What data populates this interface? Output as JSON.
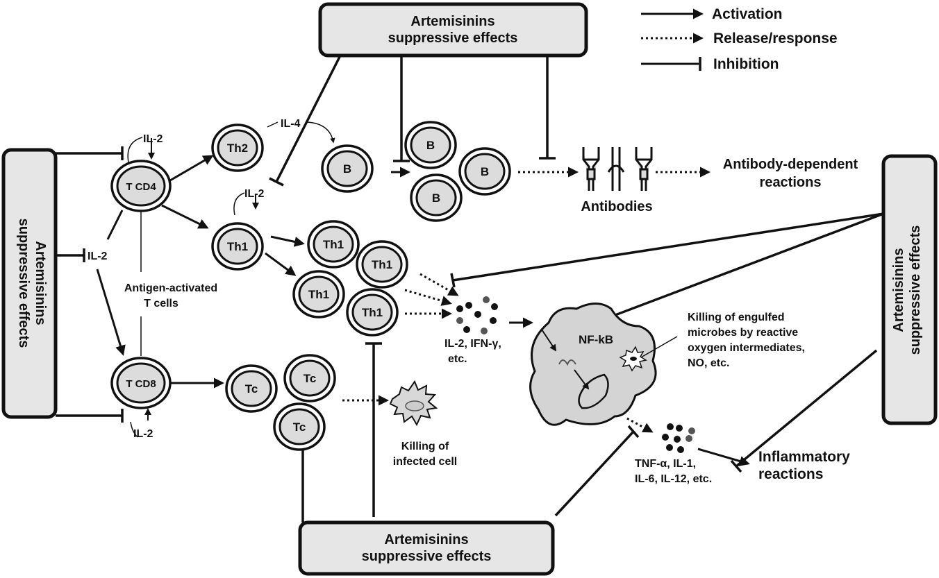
{
  "legend": {
    "activation": "Activation",
    "release": "Release/response",
    "inhibition": "Inhibition"
  },
  "suppressor_boxes": {
    "top": [
      "Artemisinins",
      "suppressive effects"
    ],
    "left": [
      "Artemisinins",
      "suppressive effects"
    ],
    "right": [
      "Artemisinins",
      "suppressive effects"
    ],
    "bottom": [
      "Artemisinins",
      "suppressive effects"
    ]
  },
  "cells": {
    "tcd4": "T CD4",
    "tcd8": "T CD8",
    "th2": "Th2",
    "th1": "Th1",
    "b": "B",
    "tc": "Tc"
  },
  "labels": {
    "il2": "IL-2",
    "il4": "IL-4",
    "antigen_activated": [
      "Antigen-activated",
      "T cells"
    ],
    "antibodies": "Antibodies",
    "antibody_reactions": [
      "Antibody-dependent",
      "reactions"
    ],
    "th1_cytokines": [
      "IL-2, IFN-γ,",
      "etc."
    ],
    "nfkb": "NF-kB",
    "killing_microbes": [
      "Killing of engulfed",
      "microbes by reactive",
      "oxygen intermediates,",
      "NO, etc."
    ],
    "killing_infected": [
      "Killing of",
      "infected cell"
    ],
    "macrophage_cytokines": [
      "TNF-α, IL-1,",
      "IL-6, IL-12, etc."
    ],
    "inflammatory": [
      "Inflammatory",
      "reactions"
    ]
  }
}
